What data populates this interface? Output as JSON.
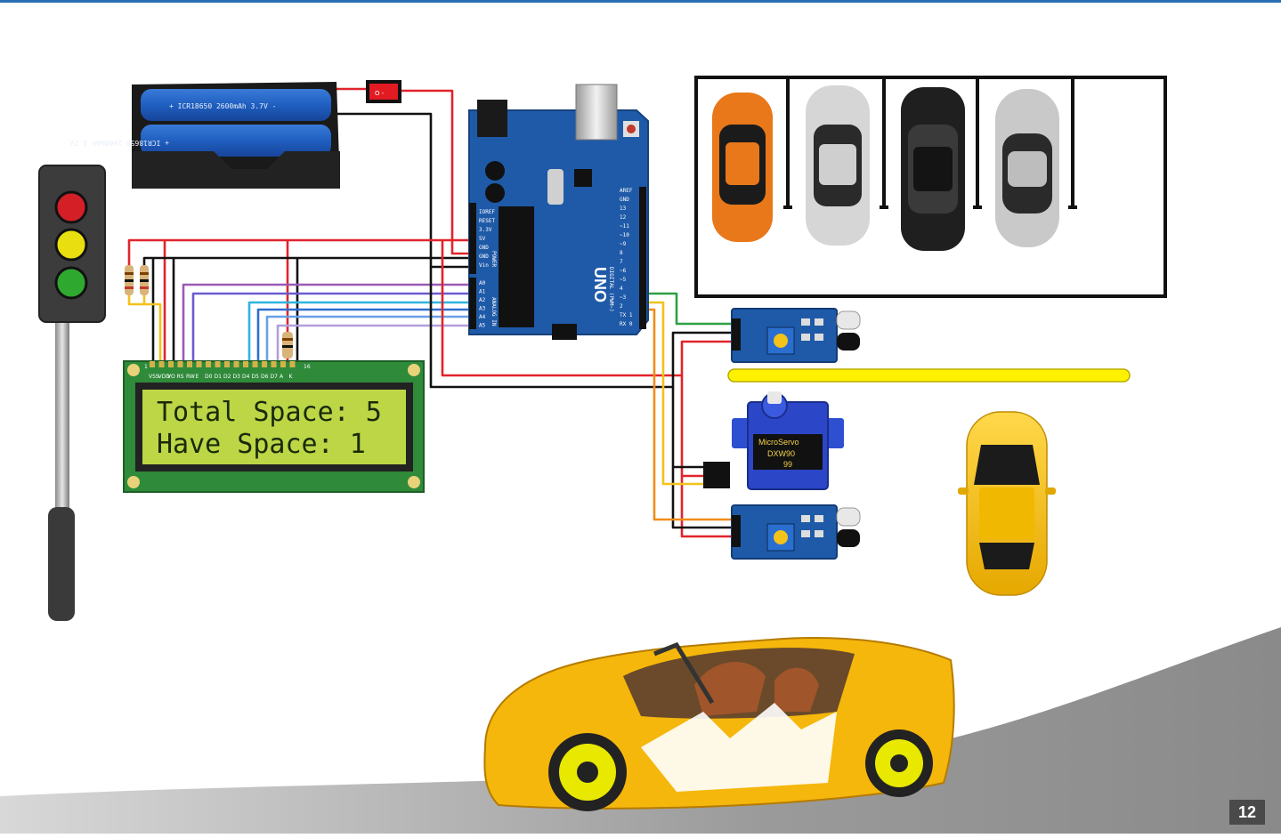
{
  "lcd": {
    "line1": "Total Space: 5",
    "line2": "Have  Space: 1",
    "pin_first": "1",
    "pin_last": "16",
    "pin_labels": [
      "VSS",
      "VDD",
      "VO",
      "RS",
      "RW",
      "E",
      "D0",
      "D1",
      "D2",
      "D3",
      "D4",
      "D5",
      "D6",
      "D7",
      "A",
      "K"
    ]
  },
  "battery": {
    "cell_label": "+ ICR18650 2600mAh 3.7V -"
  },
  "switch": {
    "label": "O -"
  },
  "arduino": {
    "model": "UNO",
    "power_pins": [
      "IOREF",
      "RESET",
      "3.3V",
      "5V",
      "GND",
      "GND",
      "Vin"
    ],
    "analog_pins": [
      "A0",
      "A1",
      "A2",
      "A3",
      "A4",
      "A5"
    ],
    "power_header": "POWER",
    "analog_header": "ANALOG IN",
    "digital_pins": [
      "AREF",
      "GND",
      "13",
      "12",
      "~11",
      "~10",
      "~9",
      "8",
      "7",
      "~6",
      "~5",
      "4",
      "~3",
      "2",
      "TX 1",
      "RX 0"
    ],
    "digital_header": "DIGITAL (PWM~)"
  },
  "servo": {
    "brand": "MicroServo",
    "model": "DXW90",
    "size": "99"
  },
  "page": {
    "number": "12"
  },
  "colors": {
    "wire_red": "#e0242b",
    "wire_black": "#111111",
    "wire_yellow": "#f3c21b",
    "wire_purple": "#9b59b6",
    "wire_blue": "#2f6fd0",
    "wire_cyan": "#2fb4e0",
    "wire_green": "#2ea043",
    "wire_orange": "#f08c1a",
    "arduino_blue": "#1f5aa8",
    "lcd_green": "#bcd646",
    "car_yellow": "#f7c600",
    "barrier_yellow": "#fff200"
  }
}
